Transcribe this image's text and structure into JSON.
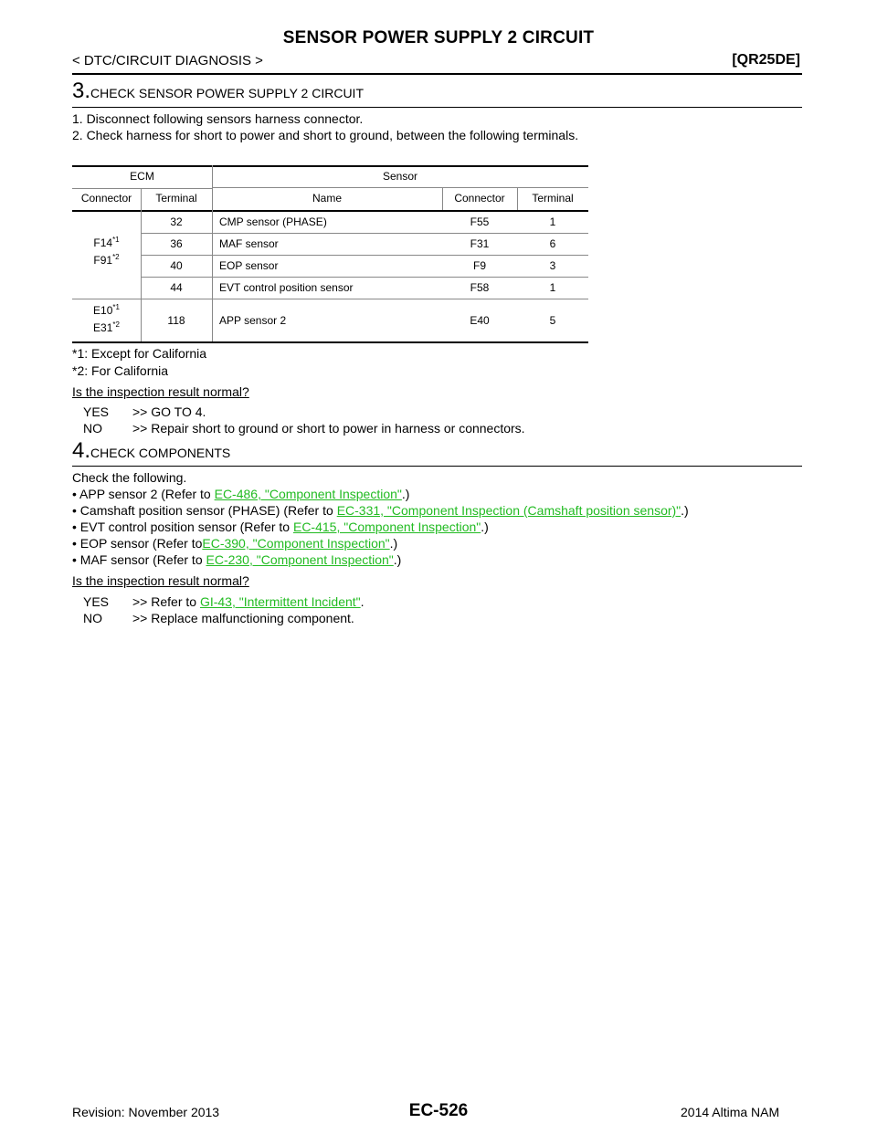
{
  "header": {
    "title": "SENSOR POWER SUPPLY 2 CIRCUIT",
    "section": "< DTC/CIRCUIT DIAGNOSIS >",
    "model": "[QR25DE]"
  },
  "step3": {
    "number": "3.",
    "title": "CHECK SENSOR POWER SUPPLY 2 CIRCUIT",
    "instructions": [
      "1. Disconnect following sensors harness connector.",
      "2. Check harness for short to power and short to ground, between the following terminals."
    ]
  },
  "table": {
    "group_headers": {
      "ecm": "ECM",
      "sensor": "Sensor"
    },
    "columns": [
      "Connector",
      "Terminal",
      "Name",
      "Connector",
      "Terminal"
    ],
    "group1_connector": {
      "a": "F14",
      "a_sup": "*1",
      "b": "F91",
      "b_sup": "*2"
    },
    "group2_connector": {
      "a": "E10",
      "a_sup": "*1",
      "b": "E31",
      "b_sup": "*2"
    },
    "rows": [
      {
        "terminal": "32",
        "name": "CMP sensor (PHASE)",
        "connector": "F55",
        "sensor_terminal": "1"
      },
      {
        "terminal": "36",
        "name": "MAF sensor",
        "connector": "F31",
        "sensor_terminal": "6"
      },
      {
        "terminal": "40",
        "name": "EOP sensor",
        "connector": "F9",
        "sensor_terminal": "3"
      },
      {
        "terminal": "44",
        "name": "EVT control position sensor",
        "connector": "F58",
        "sensor_terminal": "1"
      },
      {
        "terminal": "118",
        "name": "APP sensor 2",
        "connector": "E40",
        "sensor_terminal": "5"
      }
    ]
  },
  "notes": [
    "*1: Except for California",
    "*2: For California"
  ],
  "question1": "Is the inspection result normal?",
  "answers1": [
    {
      "key": "YES",
      "text": ">> GO TO 4."
    },
    {
      "key": "NO",
      "text": ">> Repair short to ground or short to power in harness or connectors."
    }
  ],
  "step4": {
    "number": "4.",
    "title": "CHECK COMPONENTS",
    "intro": "Check the following.",
    "items": [
      {
        "pre": "• APP sensor 2 (Refer to ",
        "link": "EC-486, \"Component Inspection\"",
        "post": ".)"
      },
      {
        "pre": "• Camshaft position sensor (PHASE) (Refer to ",
        "link": "EC-331, \"Component Inspection (Camshaft position sensor)\"",
        "post": ".)"
      },
      {
        "pre": "• EVT control position sensor (Refer to ",
        "link": "EC-415, \"Component Inspection\"",
        "post": ".)"
      },
      {
        "pre": "• EOP sensor (Refer to",
        "link": "EC-390, \"Component Inspection\"",
        "post": ".)"
      },
      {
        "pre": "• MAF sensor (Refer to ",
        "link": "EC-230, \"Component Inspection\"",
        "post": ".)"
      }
    ]
  },
  "question2": "Is the inspection result normal?",
  "answers2": [
    {
      "key": "YES",
      "pre": ">> Refer to ",
      "link": "GI-43, \"Intermittent Incident\"",
      "post": "."
    },
    {
      "key": "NO",
      "pre": ">> Replace malfunctioning component.",
      "link": "",
      "post": ""
    }
  ],
  "footer": {
    "revision": "Revision: November 2013",
    "page": "EC-526",
    "model": "2014 Altima NAM"
  },
  "colors": {
    "link": "#22bb22",
    "text": "#000000"
  }
}
